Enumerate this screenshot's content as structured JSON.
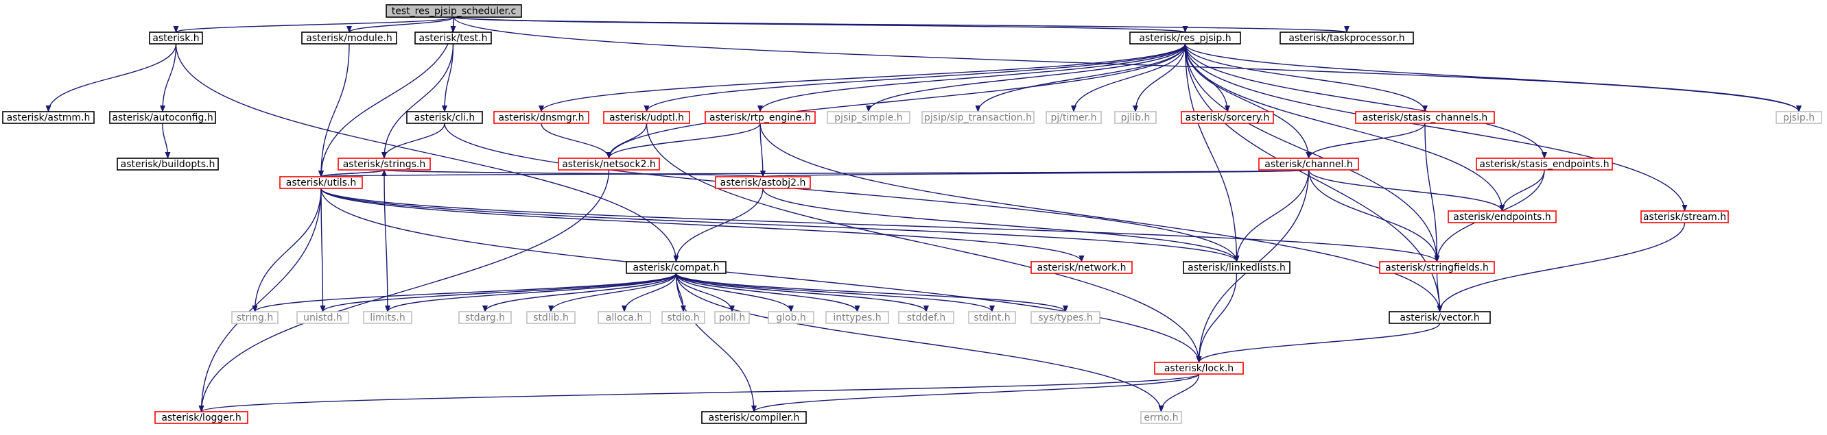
{
  "colors": {
    "edge": "#191970",
    "root_fill": "#bfbfbf",
    "normal_border": "#000000",
    "red_border": "#ff0000",
    "gray_border": "#bfbfbf",
    "text": "#000000",
    "gray_text": "#808080"
  },
  "nodes": [
    {
      "id": "root",
      "label": "test_res_pjsip_scheduler.c",
      "style": "root"
    },
    {
      "id": "asterisk_h",
      "label": "asterisk.h",
      "style": "normal"
    },
    {
      "id": "module_h",
      "label": "asterisk/module.h",
      "style": "normal"
    },
    {
      "id": "test_h",
      "label": "asterisk/test.h",
      "style": "normal"
    },
    {
      "id": "res_pjsip_h",
      "label": "asterisk/res_pjsip.h",
      "style": "normal"
    },
    {
      "id": "taskprocessor_h",
      "label": "asterisk/taskprocessor.h",
      "style": "normal"
    },
    {
      "id": "pjsip_h",
      "label": "pjsip.h",
      "style": "gray"
    },
    {
      "id": "astmm_h",
      "label": "asterisk/astmm.h",
      "style": "normal"
    },
    {
      "id": "autoconfig_h",
      "label": "asterisk/autoconfig.h",
      "style": "normal"
    },
    {
      "id": "buildopts_h",
      "label": "asterisk/buildopts.h",
      "style": "normal"
    },
    {
      "id": "cli_h",
      "label": "asterisk/cli.h",
      "style": "normal"
    },
    {
      "id": "dnsmgr_h",
      "label": "asterisk/dnsmgr.h",
      "style": "red"
    },
    {
      "id": "udptl_h",
      "label": "asterisk/udptl.h",
      "style": "red"
    },
    {
      "id": "rtp_engine_h",
      "label": "asterisk/rtp_engine.h",
      "style": "red"
    },
    {
      "id": "pjsip_simple_h",
      "label": "pjsip_simple.h",
      "style": "gray"
    },
    {
      "id": "pjsip_sip_transaction_h",
      "label": "pjsip/sip_transaction.h",
      "style": "gray"
    },
    {
      "id": "pj_timer_h",
      "label": "pj/timer.h",
      "style": "gray"
    },
    {
      "id": "pjlib_h",
      "label": "pjlib.h",
      "style": "gray"
    },
    {
      "id": "sorcery_h",
      "label": "asterisk/sorcery.h",
      "style": "red"
    },
    {
      "id": "stasis_channels_h",
      "label": "asterisk/stasis_channels.h",
      "style": "red"
    },
    {
      "id": "strings_h",
      "label": "asterisk/strings.h",
      "style": "red"
    },
    {
      "id": "netsock2_h",
      "label": "asterisk/netsock2.h",
      "style": "red"
    },
    {
      "id": "channel_h",
      "label": "asterisk/channel.h",
      "style": "red"
    },
    {
      "id": "stasis_endpoints_h",
      "label": "asterisk/stasis_endpoints.h",
      "style": "red"
    },
    {
      "id": "utils_h",
      "label": "asterisk/utils.h",
      "style": "red"
    },
    {
      "id": "astobj2_h",
      "label": "asterisk/astobj2.h",
      "style": "red"
    },
    {
      "id": "endpoints_h",
      "label": "asterisk/endpoints.h",
      "style": "red"
    },
    {
      "id": "stream_h",
      "label": "asterisk/stream.h",
      "style": "red"
    },
    {
      "id": "compat_h",
      "label": "asterisk/compat.h",
      "style": "normal"
    },
    {
      "id": "network_h",
      "label": "asterisk/network.h",
      "style": "red"
    },
    {
      "id": "linkedlists_h",
      "label": "asterisk/linkedlists.h",
      "style": "normal"
    },
    {
      "id": "stringfields_h",
      "label": "asterisk/stringfields.h",
      "style": "red"
    },
    {
      "id": "string_h",
      "label": "string.h",
      "style": "gray"
    },
    {
      "id": "unistd_h",
      "label": "unistd.h",
      "style": "gray"
    },
    {
      "id": "limits_h",
      "label": "limits.h",
      "style": "gray"
    },
    {
      "id": "stdarg_h",
      "label": "stdarg.h",
      "style": "gray"
    },
    {
      "id": "stdlib_h",
      "label": "stdlib.h",
      "style": "gray"
    },
    {
      "id": "alloca_h",
      "label": "alloca.h",
      "style": "gray"
    },
    {
      "id": "stdio_h",
      "label": "stdio.h",
      "style": "gray"
    },
    {
      "id": "poll_h",
      "label": "poll.h",
      "style": "gray"
    },
    {
      "id": "glob_h",
      "label": "glob.h",
      "style": "gray"
    },
    {
      "id": "inttypes_h",
      "label": "inttypes.h",
      "style": "gray"
    },
    {
      "id": "stddef_h",
      "label": "stddef.h",
      "style": "gray"
    },
    {
      "id": "stdint_h",
      "label": "stdint.h",
      "style": "gray"
    },
    {
      "id": "sys_types_h",
      "label": "sys/types.h",
      "style": "gray"
    },
    {
      "id": "vector_h",
      "label": "asterisk/vector.h",
      "style": "normal"
    },
    {
      "id": "lock_h",
      "label": "asterisk/lock.h",
      "style": "red"
    },
    {
      "id": "logger_h",
      "label": "asterisk/logger.h",
      "style": "red"
    },
    {
      "id": "compiler_h",
      "label": "asterisk/compiler.h",
      "style": "normal"
    },
    {
      "id": "errno_h",
      "label": "errno.h",
      "style": "gray"
    }
  ],
  "edges": [
    [
      "root",
      "asterisk_h"
    ],
    [
      "root",
      "module_h"
    ],
    [
      "root",
      "test_h"
    ],
    [
      "root",
      "res_pjsip_h"
    ],
    [
      "root",
      "taskprocessor_h"
    ],
    [
      "root",
      "pjsip_h"
    ],
    [
      "root",
      "utils_h"
    ],
    [
      "asterisk_h",
      "astmm_h"
    ],
    [
      "asterisk_h",
      "autoconfig_h"
    ],
    [
      "asterisk_h",
      "compat_h"
    ],
    [
      "autoconfig_h",
      "buildopts_h"
    ],
    [
      "module_h",
      "utils_h"
    ],
    [
      "test_h",
      "cli_h"
    ],
    [
      "test_h",
      "strings_h"
    ],
    [
      "cli_h",
      "strings_h"
    ],
    [
      "cli_h",
      "linkedlists_h"
    ],
    [
      "res_pjsip_h",
      "dnsmgr_h"
    ],
    [
      "res_pjsip_h",
      "udptl_h"
    ],
    [
      "res_pjsip_h",
      "rtp_engine_h"
    ],
    [
      "res_pjsip_h",
      "pjsip_simple_h"
    ],
    [
      "res_pjsip_h",
      "pjsip_sip_transaction_h"
    ],
    [
      "res_pjsip_h",
      "pj_timer_h"
    ],
    [
      "res_pjsip_h",
      "pjlib_h"
    ],
    [
      "res_pjsip_h",
      "sorcery_h"
    ],
    [
      "res_pjsip_h",
      "stasis_channels_h"
    ],
    [
      "res_pjsip_h",
      "stasis_endpoints_h"
    ],
    [
      "res_pjsip_h",
      "pjsip_h"
    ],
    [
      "res_pjsip_h",
      "netsock2_h"
    ],
    [
      "res_pjsip_h",
      "channel_h"
    ],
    [
      "res_pjsip_h",
      "endpoints_h"
    ],
    [
      "res_pjsip_h",
      "stream_h"
    ],
    [
      "res_pjsip_h",
      "linkedlists_h"
    ],
    [
      "res_pjsip_h",
      "stringfields_h"
    ],
    [
      "res_pjsip_h",
      "vector_h"
    ],
    [
      "dnsmgr_h",
      "netsock2_h"
    ],
    [
      "udptl_h",
      "netsock2_h"
    ],
    [
      "udptl_h",
      "lock_h"
    ],
    [
      "rtp_engine_h",
      "netsock2_h"
    ],
    [
      "rtp_engine_h",
      "astobj2_h"
    ],
    [
      "rtp_engine_h",
      "vector_h"
    ],
    [
      "netsock2_h",
      "logger_h"
    ],
    [
      "stasis_channels_h",
      "channel_h"
    ],
    [
      "stasis_channels_h",
      "stringfields_h"
    ],
    [
      "stasis_endpoints_h",
      "endpoints_h"
    ],
    [
      "stasis_endpoints_h",
      "stringfields_h"
    ],
    [
      "channel_h",
      "utils_h"
    ],
    [
      "channel_h",
      "astobj2_h"
    ],
    [
      "channel_h",
      "endpoints_h"
    ],
    [
      "channel_h",
      "linkedlists_h"
    ],
    [
      "channel_h",
      "stringfields_h"
    ],
    [
      "channel_h",
      "lock_h"
    ],
    [
      "strings_h",
      "utils_h"
    ],
    [
      "strings_h",
      "astobj2_h"
    ],
    [
      "strings_h",
      "limits_h"
    ],
    [
      "utils_h",
      "strings_h"
    ],
    [
      "utils_h",
      "string_h"
    ],
    [
      "utils_h",
      "unistd_h"
    ],
    [
      "utils_h",
      "logger_h"
    ],
    [
      "utils_h",
      "network_h"
    ],
    [
      "utils_h",
      "linkedlists_h"
    ],
    [
      "utils_h",
      "stringfields_h"
    ],
    [
      "utils_h",
      "lock_h"
    ],
    [
      "astobj2_h",
      "compat_h"
    ],
    [
      "astobj2_h",
      "linkedlists_h"
    ],
    [
      "compat_h",
      "string_h"
    ],
    [
      "compat_h",
      "unistd_h"
    ],
    [
      "compat_h",
      "limits_h"
    ],
    [
      "compat_h",
      "stdarg_h"
    ],
    [
      "compat_h",
      "stdlib_h"
    ],
    [
      "compat_h",
      "alloca_h"
    ],
    [
      "compat_h",
      "stdio_h"
    ],
    [
      "compat_h",
      "poll_h"
    ],
    [
      "compat_h",
      "glob_h"
    ],
    [
      "compat_h",
      "inttypes_h"
    ],
    [
      "compat_h",
      "stddef_h"
    ],
    [
      "compat_h",
      "stdint_h"
    ],
    [
      "compat_h",
      "sys_types_h"
    ],
    [
      "compat_h",
      "errno_h"
    ],
    [
      "compat_h",
      "compiler_h"
    ],
    [
      "linkedlists_h",
      "lock_h"
    ],
    [
      "stringfields_h",
      "vector_h"
    ],
    [
      "stream_h",
      "vector_h"
    ],
    [
      "vector_h",
      "lock_h"
    ],
    [
      "lock_h",
      "logger_h"
    ],
    [
      "lock_h",
      "compiler_h"
    ],
    [
      "lock_h",
      "errno_h"
    ]
  ]
}
